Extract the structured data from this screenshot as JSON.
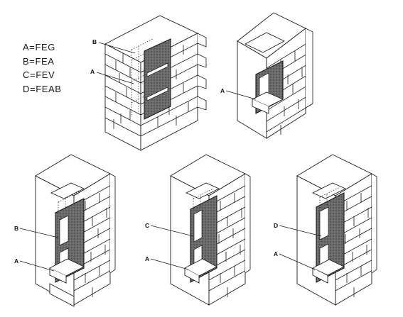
{
  "legend": [
    {
      "code": "A",
      "desc": "FEG"
    },
    {
      "code": "B",
      "desc": "FEA"
    },
    {
      "code": "C",
      "desc": "FEV"
    },
    {
      "code": "D",
      "desc": "FEAB"
    }
  ],
  "figures": [
    {
      "id": "fig1",
      "callouts": [
        "B",
        "A"
      ]
    },
    {
      "id": "fig2",
      "callouts": [
        "A"
      ]
    },
    {
      "id": "fig3",
      "callouts": [
        "B",
        "A"
      ]
    },
    {
      "id": "fig4",
      "callouts": [
        "C",
        "A"
      ]
    },
    {
      "id": "fig5",
      "callouts": [
        "D",
        "A"
      ]
    }
  ],
  "colors": {
    "ink": "#1a1a1a",
    "panel": "#5a5a5a",
    "brick": "#ffffff"
  }
}
